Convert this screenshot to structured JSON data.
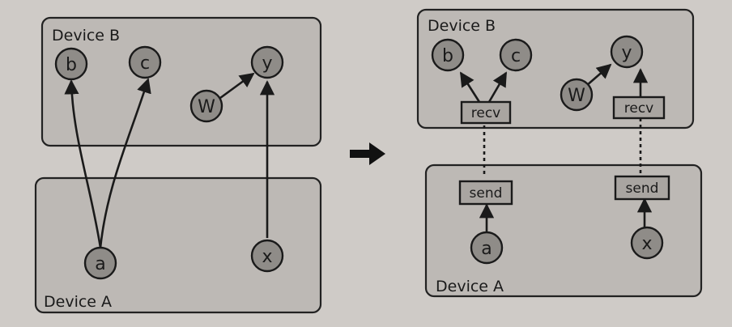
{
  "left": {
    "device_b": "Device B",
    "device_a": "Device A",
    "nodes": {
      "b": "b",
      "c": "c",
      "W": "W",
      "y": "y",
      "a": "a",
      "x": "x"
    }
  },
  "right": {
    "device_b": "Device B",
    "device_a": "Device A",
    "nodes": {
      "b": "b",
      "c": "c",
      "W": "W",
      "y": "y",
      "a": "a",
      "x": "x"
    },
    "ops": {
      "recv": "recv",
      "send": "send"
    }
  }
}
